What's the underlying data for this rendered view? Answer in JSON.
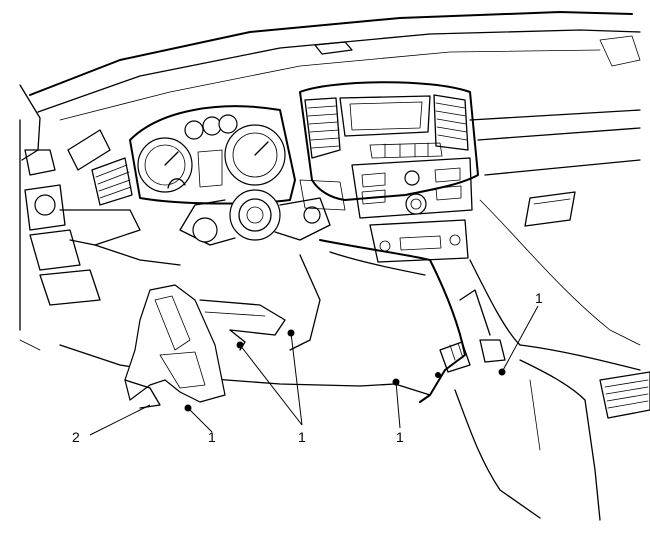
{
  "callouts": [
    {
      "id": "fastener-1-right",
      "label": "1"
    },
    {
      "id": "fastener-1-center-right",
      "label": "1"
    },
    {
      "id": "fastener-1-center",
      "label": "1"
    },
    {
      "id": "fastener-1-left",
      "label": "1"
    },
    {
      "id": "bracket-2",
      "label": "2"
    }
  ]
}
